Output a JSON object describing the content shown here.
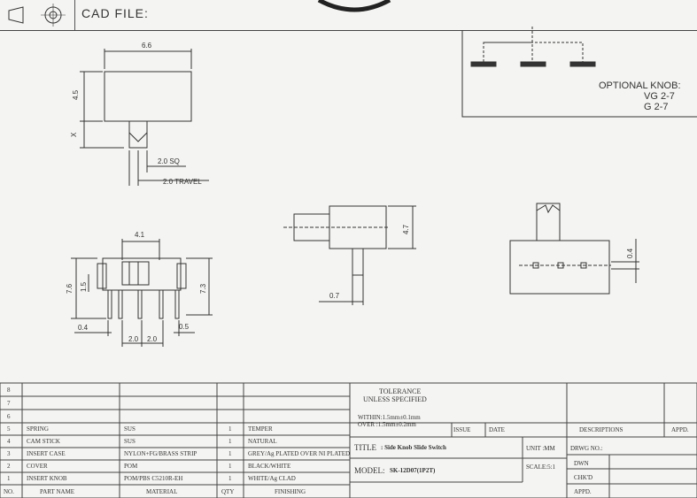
{
  "header": {
    "cad_file_label": "CAD FILE:"
  },
  "optional_knob": {
    "title": "OPTIONAL KNOB:",
    "line1": "VG  2-7",
    "line2": "G   2-7"
  },
  "dimensions": {
    "width_top": "6.6",
    "height_left": "4.5",
    "x_label": "X",
    "sq": "2.0  SQ",
    "travel": "2.0  TRAVEL",
    "side_height": "4.7",
    "pin_width": "0.7",
    "inner_width": "4.1",
    "h_left_a": "7.6",
    "h_left_b": "1.5",
    "h_right": "7.3",
    "pin_left": "0.4",
    "pitch1": "2.0",
    "pitch2": "2.0",
    "pin_right": "0.5",
    "right_dim": "0.4"
  },
  "tolerance": {
    "title": "TOLERANCE",
    "subtitle": "UNLESS SPECIFIED",
    "within": "WITHIN:1.5mm±0.1mm",
    "over": "OVER   :1.5mm±0.2mm"
  },
  "parts_table": {
    "rows": [
      {
        "no": "8",
        "part": "",
        "material": "",
        "qty": "",
        "finish": ""
      },
      {
        "no": "7",
        "part": "",
        "material": "",
        "qty": "",
        "finish": ""
      },
      {
        "no": "6",
        "part": "",
        "material": "",
        "qty": "",
        "finish": ""
      },
      {
        "no": "5",
        "part": "SPRING",
        "material": "SUS",
        "qty": "1",
        "finish": "TEMPER"
      },
      {
        "no": "4",
        "part": "CAM STICK",
        "material": "SUS",
        "qty": "1",
        "finish": "NATURAL"
      },
      {
        "no": "3",
        "part": "INSERT CASE",
        "material": "NYLON+FG/BRASS STRIP",
        "qty": "1",
        "finish": "GREY/Ag PLATED OVER NI PLATED"
      },
      {
        "no": "2",
        "part": "COVER",
        "material": "POM",
        "qty": "1",
        "finish": "BLACK/WHITE"
      },
      {
        "no": "1",
        "part": "INSERT KNOB",
        "material": "POM/PBS C5210R-EH",
        "qty": "1",
        "finish": "WHITE/Ag CLAD"
      }
    ],
    "headers": {
      "no": "NO.",
      "part": "PART  NAME",
      "material": "MATERIAL",
      "qty": "QTY",
      "finish": "FINISHING"
    }
  },
  "title_block": {
    "issue": "ISSUE",
    "date": "DATE",
    "descriptions": "DESCRIPTIONS",
    "appd_top": "APPD.",
    "title_label": "TITLE",
    "title_value": ":  Side Knob Slide Switch",
    "model_label": "MODEL:",
    "model_value": "SK-12D07(1P2T)",
    "unit": "UNIT :MM",
    "scale": "SCALE:5:1",
    "drwg_no": "DRWG NO.:",
    "dwn": "DWN",
    "chkd": "CHK'D",
    "appd": "APPD."
  }
}
